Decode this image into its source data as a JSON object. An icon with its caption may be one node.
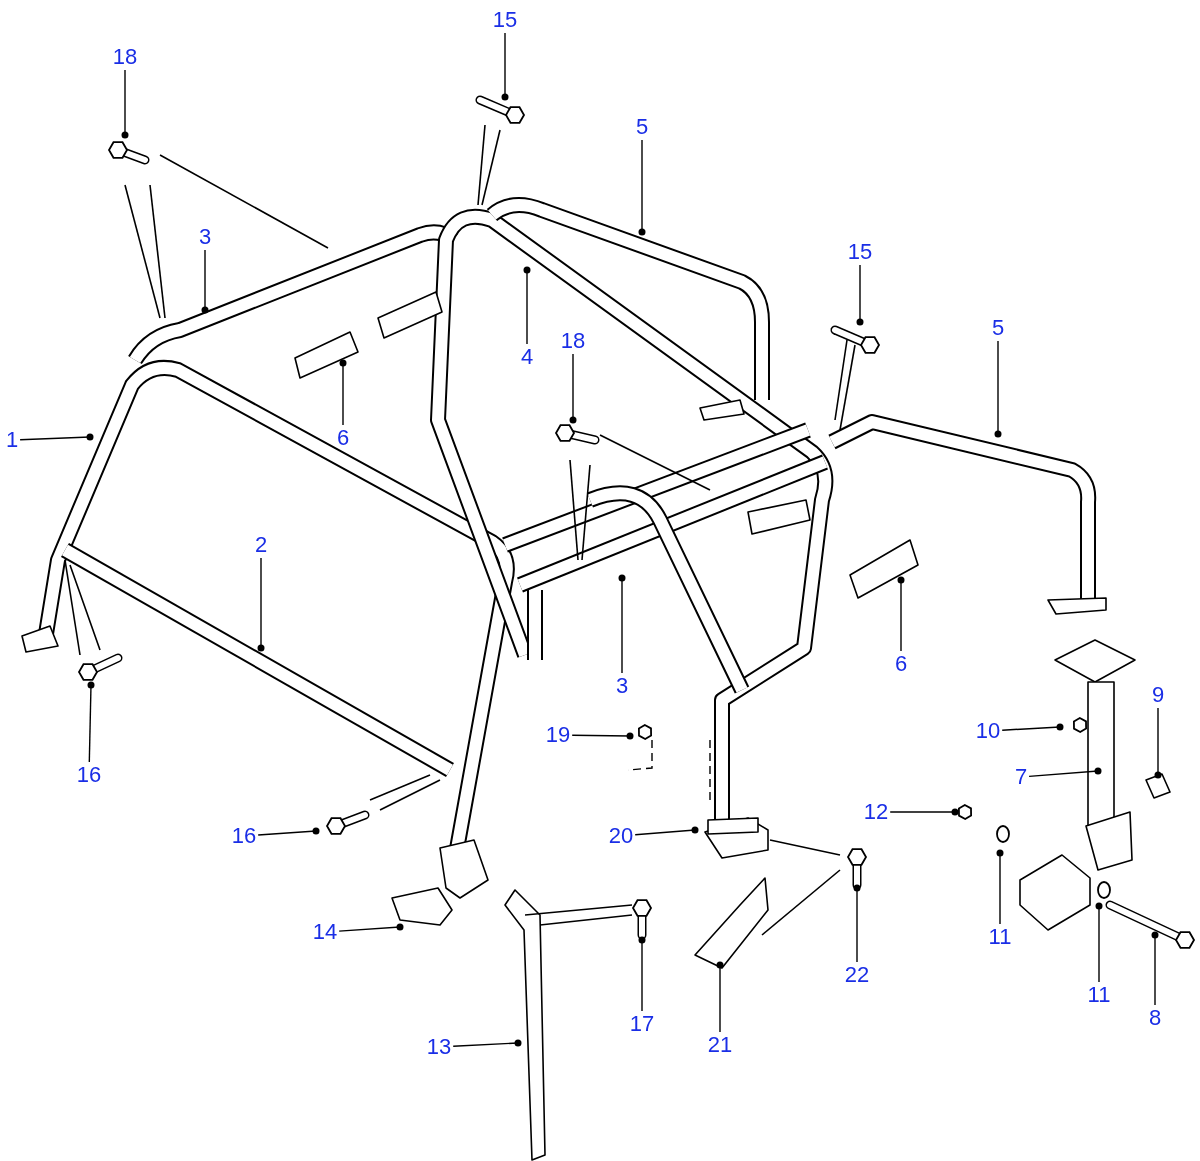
{
  "diagram": {
    "nodes": [
      {
        "text": [
          "15"
        ]
      },
      {
        "text": [
          "18"
        ]
      },
      {
        "text": [
          "5"
        ]
      },
      {
        "text": [
          "3"
        ]
      },
      {
        "text": [
          "15"
        ]
      },
      {
        "text": [
          "5"
        ]
      },
      {
        "text": [
          "18"
        ]
      },
      {
        "text": [
          "4"
        ]
      },
      {
        "text": [
          "6"
        ]
      },
      {
        "text": [
          "1"
        ]
      },
      {
        "text": [
          "2"
        ]
      },
      {
        "text": [
          "6"
        ]
      },
      {
        "text": [
          "9"
        ]
      },
      {
        "text": [
          "3"
        ]
      },
      {
        "text": [
          "10"
        ]
      },
      {
        "text": [
          "19"
        ]
      },
      {
        "text": [
          "16"
        ]
      },
      {
        "text": [
          "7"
        ]
      },
      {
        "text": [
          "12"
        ]
      },
      {
        "text": [
          "16"
        ]
      },
      {
        "text": [
          "20"
        ]
      },
      {
        "text": [
          "14"
        ]
      },
      {
        "text": [
          "11"
        ]
      },
      {
        "text": [
          "22"
        ]
      },
      {
        "text": [
          "11"
        ]
      },
      {
        "text": [
          "8"
        ]
      },
      {
        "text": [
          "17"
        ]
      },
      {
        "text": [
          "21"
        ]
      },
      {
        "text": [
          "13"
        ]
      }
    ],
    "edges": [
      {
        "from": 0,
        "to": null,
        "arrow": "other"
      },
      {
        "from": 1,
        "to": null,
        "arrow": "other"
      },
      {
        "from": 2,
        "to": null,
        "arrow": "other"
      },
      {
        "from": 3,
        "to": null,
        "arrow": "other"
      },
      {
        "from": 4,
        "to": null,
        "arrow": "other"
      },
      {
        "from": 5,
        "to": null,
        "arrow": "other"
      },
      {
        "from": 6,
        "to": null,
        "arrow": "other"
      },
      {
        "from": 7,
        "to": null,
        "arrow": "other"
      },
      {
        "from": 8,
        "to": null,
        "arrow": "other"
      },
      {
        "from": 9,
        "to": null,
        "arrow": "other"
      },
      {
        "from": 10,
        "to": null,
        "arrow": "other"
      },
      {
        "from": 11,
        "to": null,
        "arrow": "other"
      },
      {
        "from": 12,
        "to": null,
        "arrow": "other"
      },
      {
        "from": 13,
        "to": null,
        "arrow": "other"
      },
      {
        "from": 14,
        "to": null,
        "arrow": "other"
      },
      {
        "from": 15,
        "to": null,
        "arrow": "other"
      },
      {
        "from": 16,
        "to": null,
        "arrow": "other"
      },
      {
        "from": 17,
        "to": null,
        "arrow": "other"
      },
      {
        "from": 18,
        "to": null,
        "arrow": "other"
      },
      {
        "from": 19,
        "to": null,
        "arrow": "other"
      },
      {
        "from": 20,
        "to": null,
        "arrow": "other"
      },
      {
        "from": 21,
        "to": null,
        "arrow": "other"
      },
      {
        "from": 22,
        "to": null,
        "arrow": "other"
      },
      {
        "from": 23,
        "to": null,
        "arrow": "other"
      },
      {
        "from": 24,
        "to": null,
        "arrow": "other"
      },
      {
        "from": 25,
        "to": null,
        "arrow": "other"
      },
      {
        "from": 26,
        "to": null,
        "arrow": "other"
      },
      {
        "from": 27,
        "to": null,
        "arrow": "other"
      },
      {
        "from": 28,
        "to": null,
        "arrow": "other"
      }
    ]
  }
}
